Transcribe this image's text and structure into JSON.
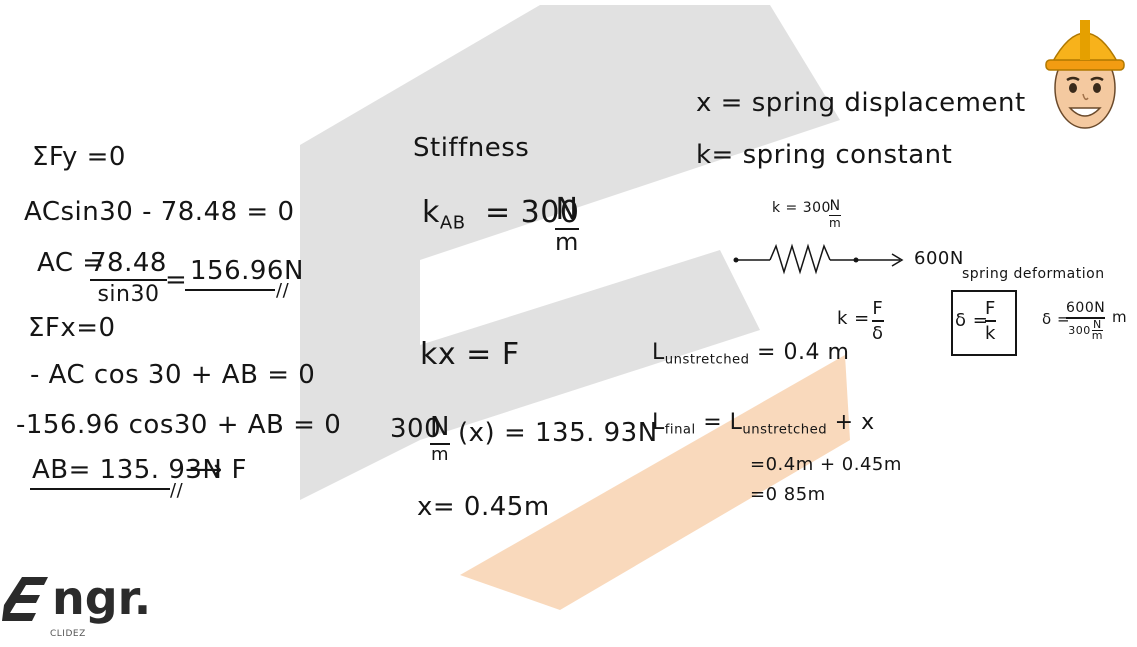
{
  "left": {
    "sum_fy": "ΣFy =0",
    "eq1": "ACsin30 - 78.48 = 0",
    "ac_prefix": "AC =",
    "ac_num": "78.48",
    "ac_den": "sin30",
    "ac_eq": "=",
    "ac_result": "156.96N",
    "sum_fx": "ΣFx=0",
    "eq2": "- AC cos 30 + AB = 0",
    "eq3": "-156.96 cos30 + AB = 0",
    "ab_result": "AB= 135. 93N",
    "ab_arrow": "⟶ F"
  },
  "middle": {
    "heading": "Stiffness",
    "kab_k": "k",
    "kab_sub": "AB",
    "kab_eq": "= 300",
    "kab_unit_num": "N",
    "kab_unit_den": "m",
    "kx_eq": "kx =  F",
    "sub_lhs": "300",
    "sub_unit_num": "N",
    "sub_unit_den": "m",
    "sub_rhs": "(x) = 135. 93N",
    "x_result": "x= 0.45m"
  },
  "right": {
    "def_x": "x = spring displacement",
    "def_k": "k= spring constant",
    "diagram_k_label": "k = 300",
    "diagram_k_unit_num": "N",
    "diagram_k_unit_den": "m",
    "diagram_force": "600N",
    "spring_def_label": "spring deformation",
    "k_formula_lhs": "k =",
    "k_formula_num": "F",
    "k_formula_den": "δ",
    "delta_formula_lhs": "δ =",
    "delta_formula_num": "F",
    "delta_formula_den": "k",
    "delta_calc_lhs": "δ =",
    "delta_calc_num": "600N",
    "delta_calc_den_val": "300",
    "delta_calc_den_unit_num": "N",
    "delta_calc_den_unit_den": "m",
    "delta_calc_unit": "m",
    "l_unstretched_L": "L",
    "l_unstretched_sub": "unstretched",
    "l_unstretched_rhs": "= 0.4 m",
    "l_final_L": "L",
    "l_final_sub": "final",
    "l_final_eq_L": "= L",
    "l_final_eq_sub": "unstretched",
    "l_final_rhs": "+ x",
    "l_final_step1": "=0.4m + 0.45m",
    "l_final_step2": "=0 85m"
  },
  "branding": {
    "logo_text": "ngr.",
    "logo_subtext": "CLIDEZ",
    "logo_color": "#2b2b2b",
    "watermark_gray": "#cfcfcf",
    "watermark_orange": "#f6c9a0"
  },
  "icons": {
    "mascot": "engineer-mascot-icon"
  }
}
